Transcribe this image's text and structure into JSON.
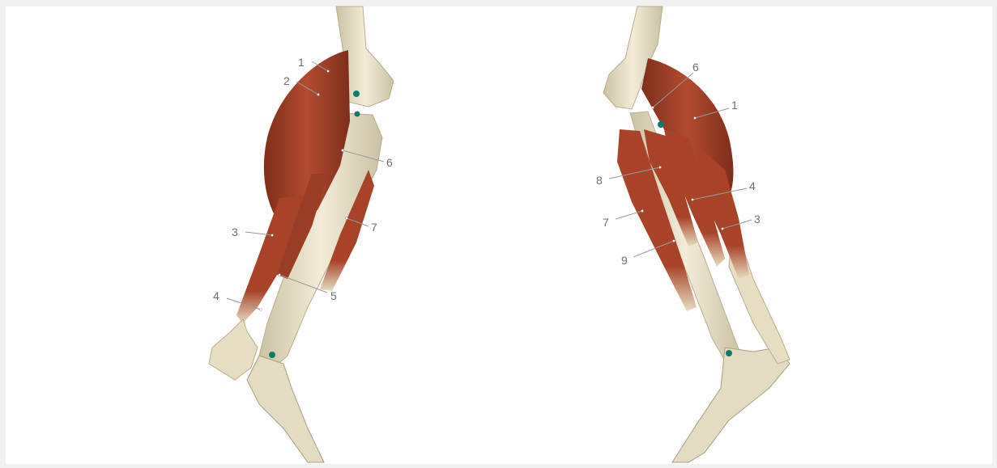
{
  "figure": {
    "left_view": {
      "labels": [
        "1",
        "2",
        "6",
        "3",
        "7",
        "5",
        "4"
      ]
    },
    "right_view": {
      "labels": [
        "6",
        "1",
        "8",
        "4",
        "7",
        "3",
        "9"
      ]
    },
    "colors": {
      "bone": "#ece6cf",
      "bone_shade": "#cbc2a4",
      "muscle": "#a8432a",
      "muscle_dark": "#7e2e1c",
      "tendon": "#e7ddc2",
      "landmark": "#0f7a6b",
      "label_text": "#6f6f6f"
    }
  }
}
